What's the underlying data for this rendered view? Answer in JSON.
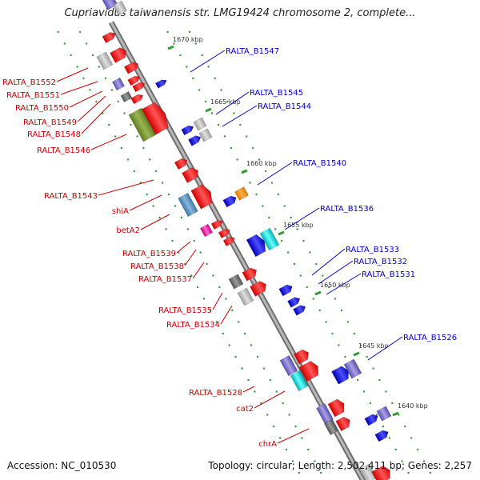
{
  "title": "Cupriavidus taiwanensis str. LMG19424 chromosome 2, complete...",
  "footer": {
    "accession": "Accession: NC_010530",
    "topology": "Topology: circular; Length: 2,502,411 bp; Genes: 2,257"
  },
  "colors": {
    "backbone": "#8c8c8c",
    "forward_label": "#cc0000",
    "reverse_label": "#0000cc",
    "tick": "#339933",
    "forward_gene": "#ff0000",
    "reverse_gene": "#0000ee"
  },
  "ticks": [
    {
      "label": "1670 kbp"
    },
    {
      "label": "1665 kbp"
    },
    {
      "label": "1660 kbp"
    },
    {
      "label": "1655 kbp"
    },
    {
      "label": "1650 kbp"
    },
    {
      "label": "1645 kbp"
    },
    {
      "label": "1640 kbp"
    }
  ],
  "forward_genes": [
    {
      "label": "RALTA_B1552"
    },
    {
      "label": "RALTA_B1551"
    },
    {
      "label": "RALTA_B1550"
    },
    {
      "label": "RALTA_B1549"
    },
    {
      "label": "RALTA_B1548"
    },
    {
      "label": "RALTA_B1546"
    },
    {
      "label": "RALTA_B1543"
    },
    {
      "label": "shiA"
    },
    {
      "label": "betA2"
    },
    {
      "label": "RALTA_B1539"
    },
    {
      "label": "RALTA_B1538"
    },
    {
      "label": "RALTA_B1537"
    },
    {
      "label": "RALTA_B1535"
    },
    {
      "label": "RALTA_B1534"
    },
    {
      "label": "RALTA_B1528"
    },
    {
      "label": "cat2"
    },
    {
      "label": "chrA"
    }
  ],
  "reverse_genes": [
    {
      "label": "RALTA_B1547"
    },
    {
      "label": "RALTA_B1545"
    },
    {
      "label": "RALTA_B1544"
    },
    {
      "label": "RALTA_B1540"
    },
    {
      "label": "RALTA_B1536"
    },
    {
      "label": "RALTA_B1533"
    },
    {
      "label": "RALTA_B1532"
    },
    {
      "label": "RALTA_B1531"
    },
    {
      "label": "RALTA_B1526"
    }
  ]
}
